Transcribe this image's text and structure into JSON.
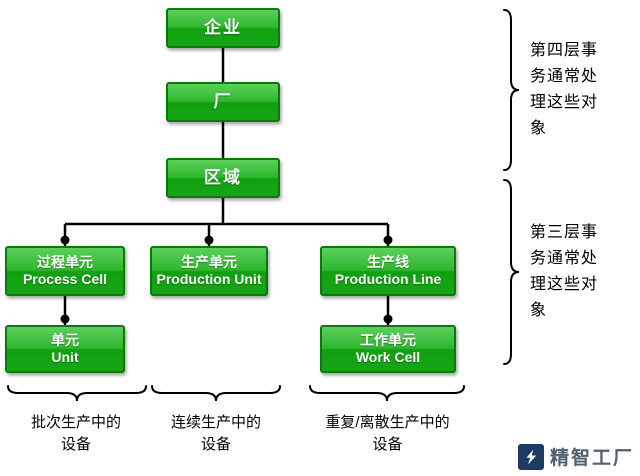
{
  "diagram": {
    "nodes": {
      "enterprise": {
        "label": "企业"
      },
      "plant": {
        "label": "厂"
      },
      "area": {
        "label": "区域"
      },
      "process_cell": {
        "zh": "过程单元",
        "en": "Process Cell"
      },
      "production_unit": {
        "zh": "生产单元",
        "en": "Production Unit"
      },
      "production_line": {
        "zh": "生产线",
        "en": "Production Line"
      },
      "unit": {
        "zh": "单元",
        "en": "Unit"
      },
      "work_cell": {
        "zh": "工作单元",
        "en": "Work Cell"
      }
    },
    "side_annotations": {
      "layer4": "第四层事务通常处理这些对象",
      "layer3": "第三层事务通常处理这些对象"
    },
    "bottom_annotations": {
      "batch": {
        "line1": "批次生产中的",
        "line2": "设备"
      },
      "continuous": {
        "line1": "连续生产中的",
        "line2": "设备"
      },
      "discrete": {
        "line1": "重复/离散生产中的",
        "line2": "设备"
      }
    }
  },
  "watermark": {
    "brand": "精智工厂"
  },
  "colors": {
    "box_gradient_top": "#5ccf5c",
    "box_gradient_bottom": "#17a517",
    "box_border": "#0a7a0a",
    "connector_line": "#000000",
    "brand_text": "#4f6071",
    "logo_background": "#1e3a63"
  }
}
